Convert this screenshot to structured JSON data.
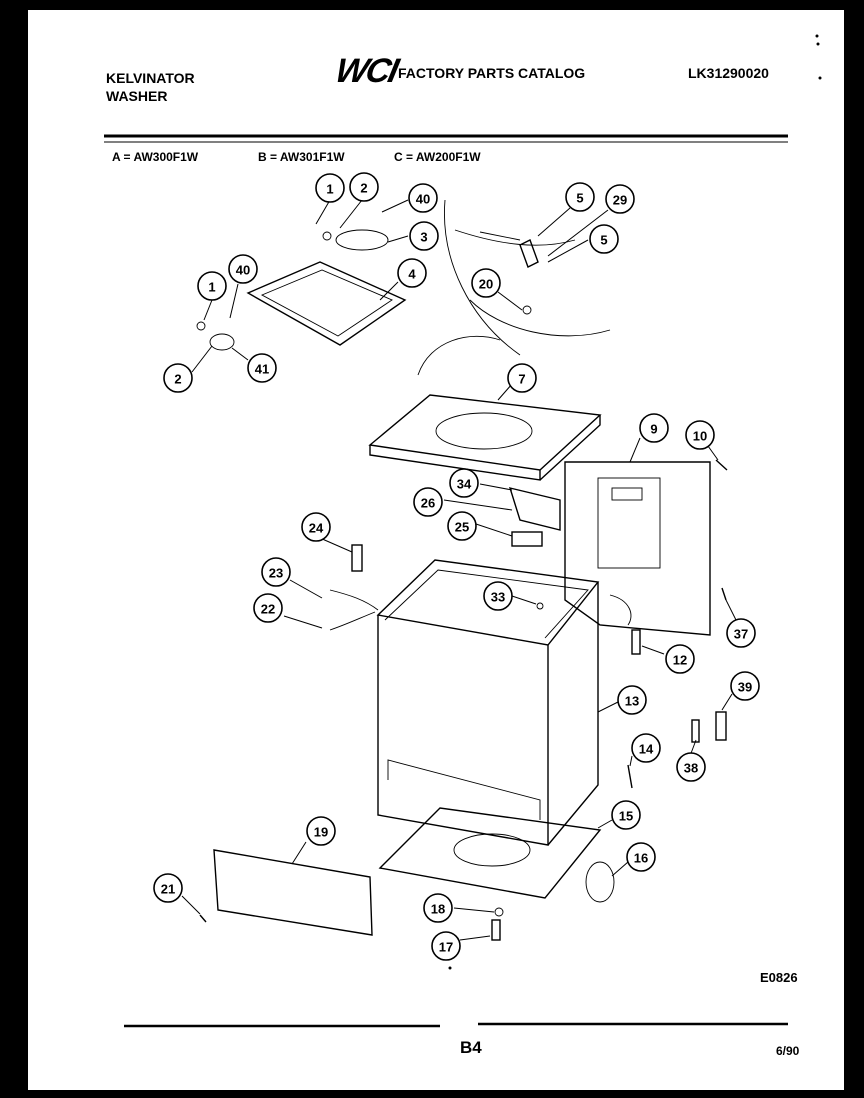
{
  "header": {
    "brand_line1": "KELVINATOR",
    "brand_line2": "WASHER",
    "logo_text": "WCI",
    "catalog_title": "FACTORY PARTS CATALOG",
    "catalog_number": "LK31290020"
  },
  "models": [
    {
      "key": "A",
      "label": "A = AW300F1W"
    },
    {
      "key": "B",
      "label": "B = AW301F1W"
    },
    {
      "key": "C",
      "label": "C = AW200F1W"
    }
  ],
  "callouts": [
    "1",
    "2",
    "40",
    "3",
    "5",
    "29",
    "5",
    "20",
    "4",
    "1",
    "40",
    "2",
    "41",
    "7",
    "9",
    "10",
    "34",
    "26",
    "25",
    "24",
    "23",
    "33",
    "22",
    "37",
    "12",
    "13",
    "39",
    "38",
    "14",
    "15",
    "16",
    "19",
    "21",
    "18",
    "17"
  ],
  "footer": {
    "drawing_code": "E0826",
    "page": "B4",
    "date": "6/90"
  }
}
